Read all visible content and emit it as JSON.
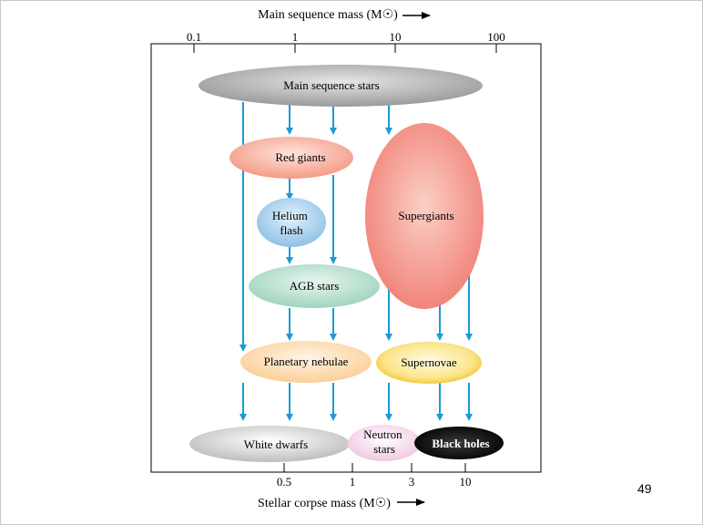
{
  "top_axis": {
    "label": "Main sequence mass (M☉)",
    "ticks": [
      "0.1",
      "1",
      "10",
      "100"
    ]
  },
  "bottom_axis": {
    "label": "Stellar corpse mass (M☉)",
    "ticks": [
      "0.5",
      "1",
      "3",
      "10"
    ]
  },
  "nodes": {
    "main_sequence": "Main sequence stars",
    "red_giants": "Red giants",
    "helium_flash": [
      "Helium",
      "flash"
    ],
    "agb": "AGB stars",
    "supergiants": "Supergiants",
    "planetary_nebulae": "Planetary nebulae",
    "supernovae": "Supernovae",
    "white_dwarfs": "White dwarfs",
    "neutron_stars": [
      "Neutron",
      "stars"
    ],
    "black_holes": "Black holes"
  },
  "colors": {
    "arrow": "#1a9ad6",
    "main_sequence": "#a9a9a9",
    "red_giants": "#f7a08c",
    "helium_flash": "#9cc9ea",
    "agb": "#a9d8c4",
    "supergiants": "#f28a80",
    "planetary_nebulae": "#fbd3a2",
    "supernovae": "#f3c72a",
    "white_dwarfs": "#cfcfcf",
    "neutron_stars": "#f2d4e8",
    "black_holes": "#1a1a1a"
  },
  "page_number": "49"
}
